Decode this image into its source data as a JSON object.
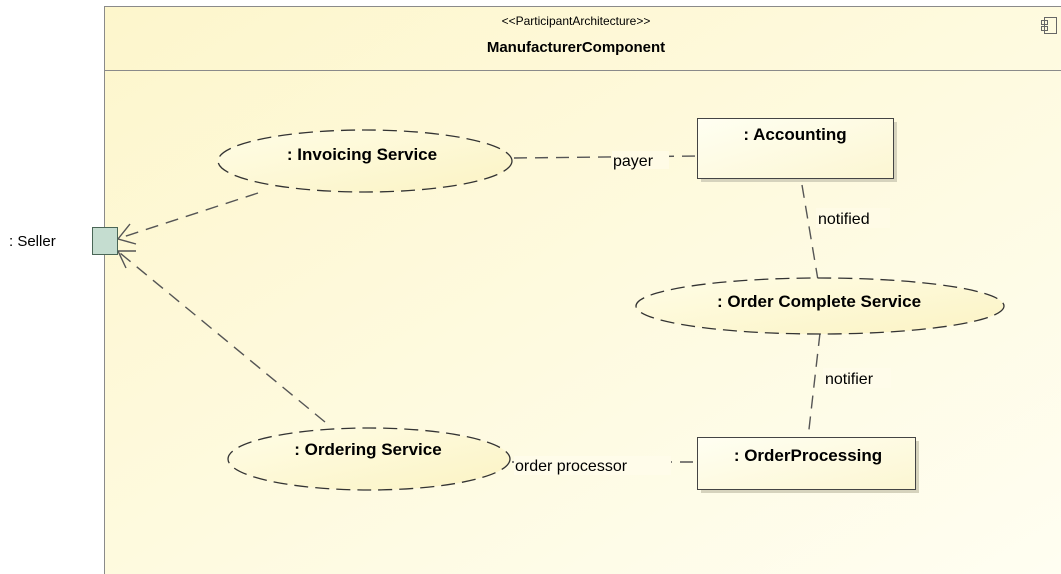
{
  "component": {
    "stereotype": "<<ParticipantArchitecture>>",
    "name": "ManufacturerComponent",
    "icon": "component-icon"
  },
  "port": {
    "label": ": Seller"
  },
  "collaborations": {
    "invoicing": ": Invoicing Service",
    "order_complete": ": Order Complete Service",
    "ordering": ": Ordering Service"
  },
  "parts": {
    "accounting": ": Accounting",
    "order_processing": ": OrderProcessing"
  },
  "role_labels": {
    "payer": "payer",
    "notified": "notified",
    "notifier": "notifier",
    "order_processor": "order processor"
  },
  "colors": {
    "fill": "#fffde0",
    "border": "#8a8a8a",
    "port_fill": "#c5ddd0"
  }
}
